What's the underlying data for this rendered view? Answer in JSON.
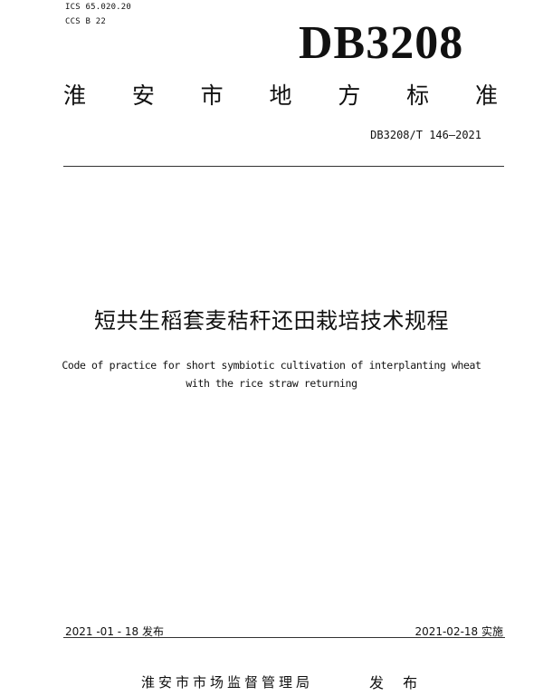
{
  "header": {
    "ics": "ICS 65.020.20",
    "ccs": "CCS B 22",
    "code_mark": "DB3208",
    "standard_type_chars": [
      "淮",
      "安",
      "市",
      "地",
      "方",
      "标",
      "准"
    ],
    "standard_number": "DB3208/T 146—2021"
  },
  "title": {
    "zh": "短共生稻套麦秸秆还田栽培技术规程",
    "en_line1": "Code of practice for short symbiotic cultivation of interplanting wheat",
    "en_line2": "with the rice straw returning"
  },
  "dates": {
    "issue": "2021 -01 - 18 发布",
    "implement": "2021-02-18 实施"
  },
  "footer": {
    "issuer": "淮安市市场监督管理局",
    "action": "发 布"
  }
}
